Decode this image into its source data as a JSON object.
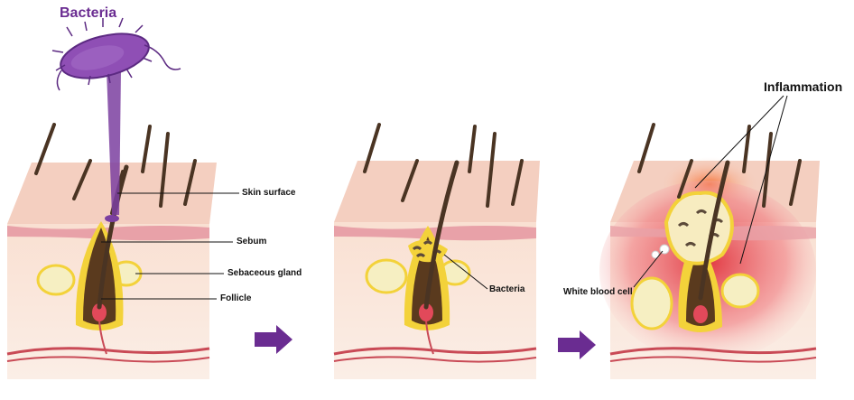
{
  "labels": {
    "bacteria_title": "Bacteria",
    "skin_surface": "Skin surface",
    "sebum": "Sebum",
    "sebaceous_gland": "Sebaceous gland",
    "follicle": "Follicle",
    "bacteria": "Bacteria",
    "white_blood_cell": "White blood cell",
    "inflammation": "Inflammation"
  },
  "colors": {
    "bacteria": "#7b3fa0",
    "skin_top": "#f6d2c3",
    "skin_body": "#f9e3d6",
    "epidermis": "#e79aa3",
    "sebum": "#f3d23a",
    "follicle": "#5a3a1e",
    "hair": "#4a3423",
    "arrow": "#6a2c91",
    "inflammation": "#e02424"
  }
}
